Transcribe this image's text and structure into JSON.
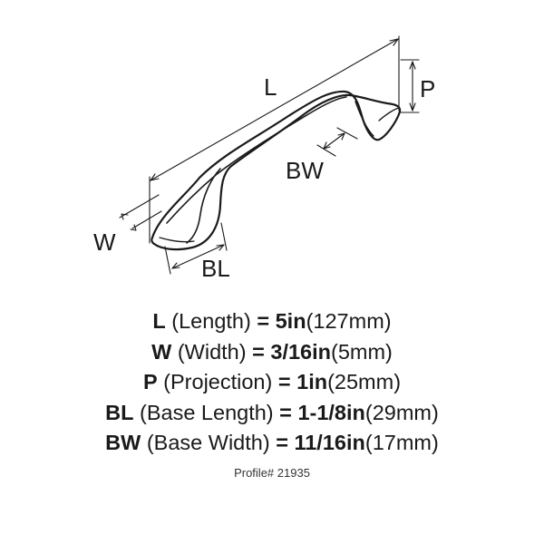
{
  "diagram": {
    "labels": {
      "L": "L",
      "P": "P",
      "BW": "BW",
      "W": "W",
      "BL": "BL"
    }
  },
  "specs": [
    {
      "code": "L",
      "name": "(Length)",
      "eq": "=",
      "inch": "5in",
      "mm": "(127mm)"
    },
    {
      "code": "W",
      "name": "(Width)",
      "eq": "=",
      "inch": "3/16in",
      "mm": "(5mm)"
    },
    {
      "code": "P",
      "name": "(Projection)",
      "eq": "=",
      "inch": "1in",
      "mm": "(25mm)"
    },
    {
      "code": "BL",
      "name": "(Base Length)",
      "eq": "=",
      "inch": "1-1/8in",
      "mm": "(29mm)"
    },
    {
      "code": "BW",
      "name": "(Base Width)",
      "eq": "=",
      "inch": "11/16in",
      "mm": "(17mm)"
    }
  ],
  "profile": "Profile# 21935",
  "colors": {
    "ink": "#1a1a1a",
    "background": "#ffffff"
  }
}
